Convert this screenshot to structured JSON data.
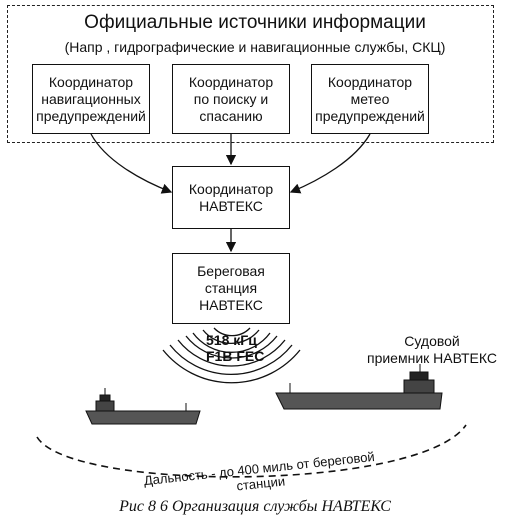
{
  "title": "Официальные источники информации",
  "subtitle": "(Напр , гидрографические и навигационные службы, СКЦ)",
  "boxes": {
    "nav_warnings": "Координатор\nнавигационных\nпредупреждений",
    "search_rescue": "Координатор\nпо поиску и\nспасанию",
    "meteo": "Координатор\nметео\nпредупреждений",
    "navtex_coord": "Координатор\nНАВТЕКС",
    "coast_station": "Береговая\nстанция\nНАВТЕКС"
  },
  "frequency": "518 кГц\nF1B FEC",
  "receiver": "Судовой\nприемник НАВТЕКС",
  "range": "Дальность - до 400 миль от береговой станции",
  "caption": "Рис 8 6 Организация службы НАВТЕКС"
}
